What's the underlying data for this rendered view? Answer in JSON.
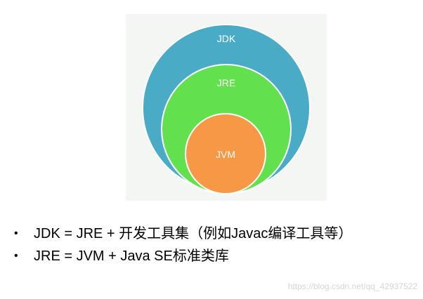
{
  "diagram": {
    "circles": [
      {
        "label": "JDK",
        "color": "#4aabc7"
      },
      {
        "label": "JRE",
        "color": "#63e04e"
      },
      {
        "label": "JVM",
        "color": "#f79846"
      }
    ],
    "panel_background": "#f4f6f4",
    "stroke_color": "#ffffff"
  },
  "bullets": [
    {
      "text": "JDK = JRE + 开发工具集（例如Javac编译工具等）"
    },
    {
      "text": "JRE = JVM + Java SE标准类库"
    }
  ],
  "watermark": "https://blog.csdn.net/qq_42937522"
}
